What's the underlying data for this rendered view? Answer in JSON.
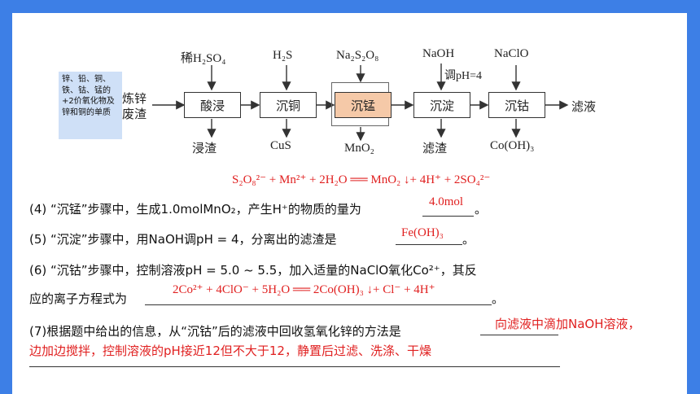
{
  "flowchart": {
    "note": "锌、铅、铜、铁、钴、锰的+2价氧化物及锌和铜的单质",
    "feed_label": "炼锌废渣",
    "reagents": [
      "稀H₂SO₄",
      "H₂S",
      "Na₂S₂O₈",
      "NaOH",
      "NaClO"
    ],
    "ph_condition": "调pH=4",
    "steps": [
      "酸浸",
      "沉铜",
      "沉锰",
      "沉淀",
      "沉钴"
    ],
    "products": [
      "浸渣",
      "CuS",
      "MnO₂",
      "滤渣",
      "Co(OH)₃"
    ],
    "final_output": "滤液"
  },
  "answers": {
    "eq_mn": "S₂O₈²⁻ + Mn²⁺ + 2H₂O ══ MnO₂ ↓+ 4H⁺ + 2SO₄²⁻",
    "q4_ans": "4.0mol",
    "q5_ans": "Fe(OH)₃",
    "q6_ans": "2Co²⁺ + 4ClO⁻ + 5H₂O ══ 2Co(OH)₃ ↓+ Cl⁻ + 4H⁺",
    "q7_ans_line1": "向滤液中滴加NaOH溶液，",
    "q7_ans_line2": "边加边搅拌，控制溶液的pH接近12但不大于12，静置后过滤、洗涤、干燥"
  },
  "questions": {
    "q4": "(4) “沉锰”步骤中，生成1.0molMnO₂，产生H⁺的物质的量为",
    "q4_end": "。",
    "q5": "(5) “沉淀”步骤中，用NaOH调pH = 4，分离出的滤渣是",
    "q5_end": "。",
    "q6_line1": "(6) “沉钴”步骤中，控制溶液pH = 5.0 ~ 5.5，加入适量的NaClO氧化Co²⁺，其反",
    "q6_line2": "应的离子方程式为",
    "q6_end": "。",
    "q7": "(7)根据题中给出的信息，从“沉钴”后的滤液中回收氢氧化锌的方法是"
  }
}
